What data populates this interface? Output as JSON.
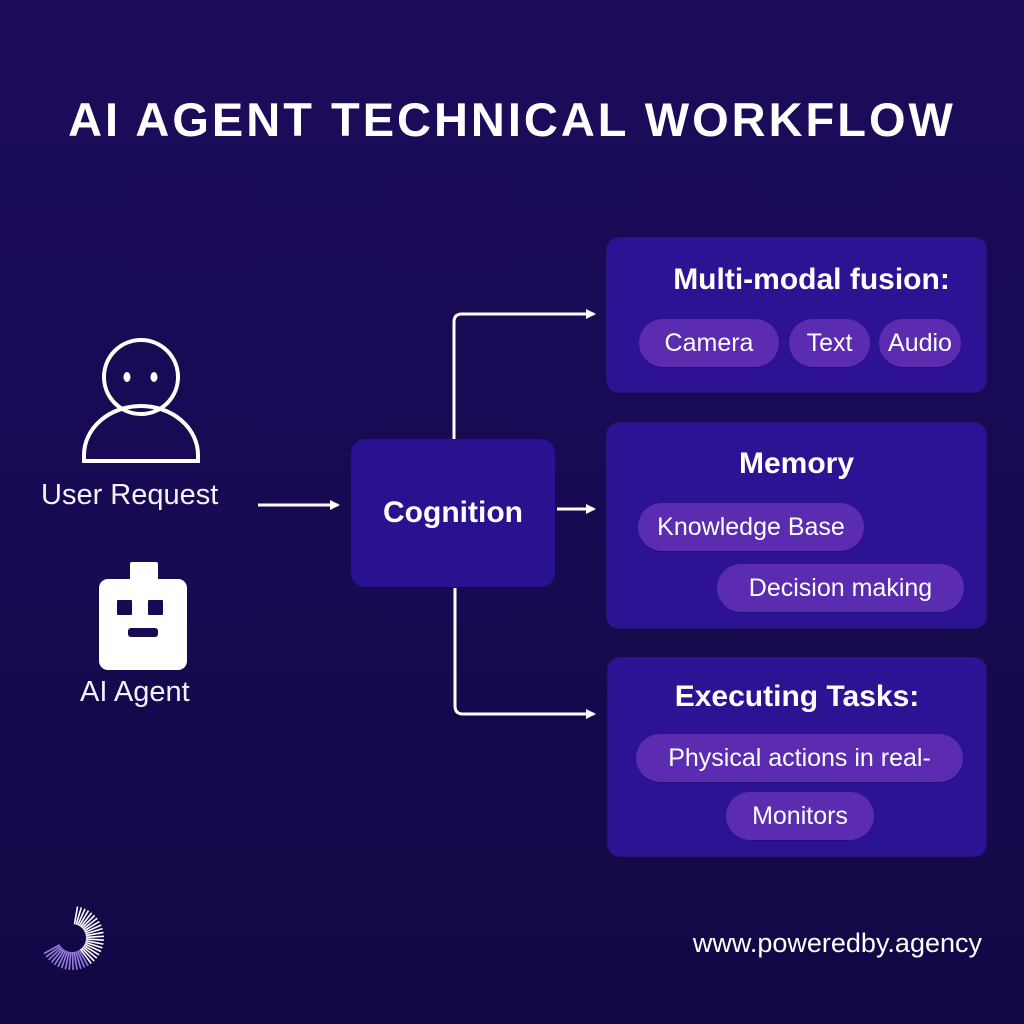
{
  "title": "AI AGENT TECHNICAL WORKFLOW",
  "left": {
    "user_label": "User Request",
    "agent_label": "AI Agent"
  },
  "center": {
    "label": "Cognition"
  },
  "cards": [
    {
      "title": "Multi-modal fusion:",
      "pills": [
        "Camera",
        "Text",
        "Audio"
      ]
    },
    {
      "title": "Memory",
      "pills": [
        "Knowledge Base",
        "Decision making"
      ]
    },
    {
      "title": "Executing Tasks:",
      "pills": [
        "Physical actions in real-",
        "Monitors"
      ]
    }
  ],
  "footer": {
    "url": "www.poweredby.agency",
    "logo": "radial-lines-logo"
  },
  "colors": {
    "background": "#170a52",
    "card": "#2d1394",
    "pill": "#5b2bb0",
    "text": "#ffffff"
  }
}
